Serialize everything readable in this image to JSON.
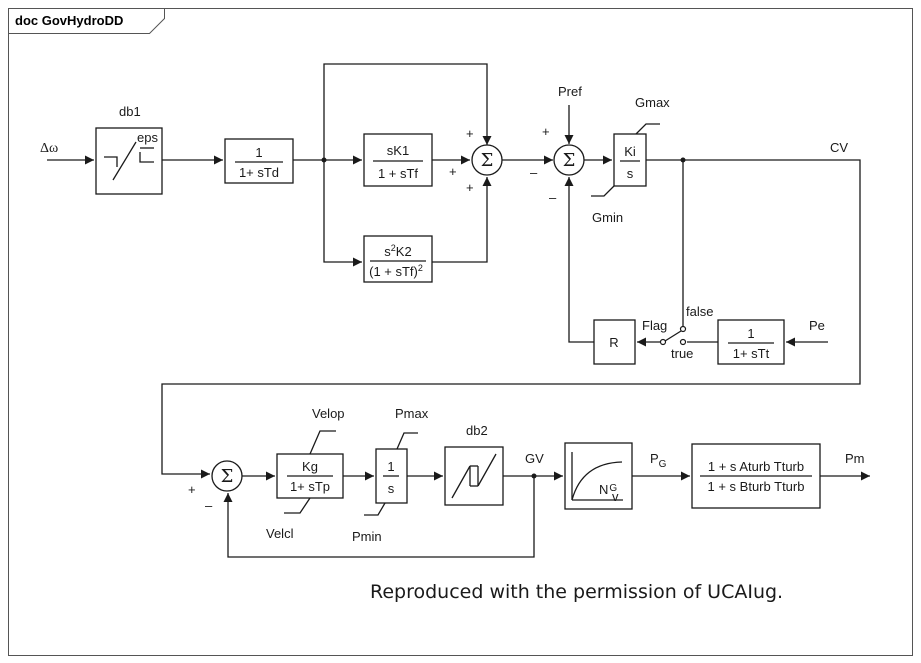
{
  "frame": {
    "title": "doc GovHydroDD"
  },
  "inputs": {
    "delta_omega": "Δω",
    "pref": "Pref",
    "pe": "Pe"
  },
  "blocks": {
    "db1": {
      "label": "db1",
      "param": "eps"
    },
    "td": {
      "num": "1",
      "den": "1+ sTd"
    },
    "k1": {
      "num": "sK1",
      "den": "1 + sTf"
    },
    "k2": {
      "num_s": "s",
      "num_sup": "2",
      "num_k": "K2",
      "den": "(1 + sTf)",
      "den_sup": "2"
    },
    "ki": {
      "num": "Ki",
      "den": "s",
      "max": "Gmax",
      "min": "Gmin"
    },
    "r": {
      "label": "R"
    },
    "tt": {
      "num": "1",
      "den": "1+ sTt"
    },
    "kg": {
      "num": "Kg",
      "den": "1+ sTp",
      "max": "Velop",
      "min": "Velcl"
    },
    "integ": {
      "num": "1",
      "den": "s",
      "max": "Pmax",
      "min": "Pmin"
    },
    "db2": {
      "label": "db2"
    },
    "ng": {
      "label": "N",
      "sub": "G"
    },
    "turb": {
      "num": "1 + s Aturb Tturb",
      "den": "1 + s Bturb Tturb"
    }
  },
  "summers": {
    "symbol": "Σ",
    "plus": "+",
    "minus": "–"
  },
  "switch": {
    "flag": "Flag",
    "false": "false",
    "true": "true"
  },
  "signals": {
    "cv": "CV",
    "gv": "GV",
    "pg": "P",
    "pg_sub": "G",
    "pm": "Pm"
  },
  "credit": "Reproduced with the permission of UCAIug."
}
